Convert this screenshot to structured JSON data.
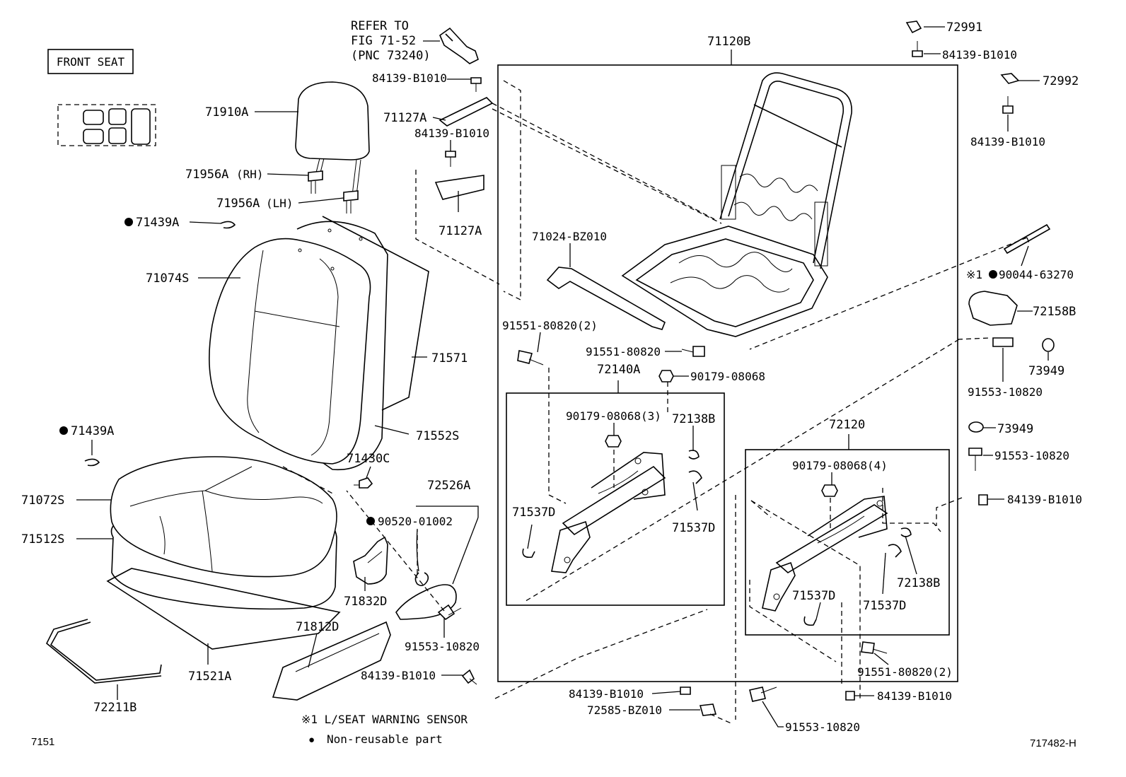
{
  "page": {
    "front_seat_box": "FRONT SEAT",
    "refer_note": [
      "REFER TO",
      "FIG 71-52",
      "(PNC 73240)"
    ],
    "fig_number": "7151",
    "drawing_id": "717482-H",
    "legend": {
      "sensor_note": "※1 L/SEAT WARNING SENSOR",
      "nonreusable_mark": "●",
      "nonreusable_text": "Non-reusable part"
    }
  },
  "parts": {
    "p71120B": "71120B",
    "p72991": "72991",
    "p84139_a": "84139-B1010",
    "p72992": "72992",
    "p84139_b": "84139-B1010",
    "p84139_c": "84139-B1010",
    "p71910A": "71910A",
    "p71127A_a": "71127A",
    "p84139_d": "84139-B1010",
    "p71956A_rh": "71956A",
    "rh_suffix": "(RH)",
    "p71956A_lh": "71956A",
    "lh_suffix": "(LH)",
    "p71127A_b": "71127A",
    "p71439A_a": "71439A",
    "p71024": "71024-BZ010",
    "p90044": "90044-63270",
    "sensor_mark": "※1",
    "p71074S": "71074S",
    "p72158B": "72158B",
    "p91551_a": "91551-80820(2)",
    "p91551_b": "91551-80820",
    "p73949_a": "73949",
    "p72140A": "72140A",
    "p90179_a": "90179-08068",
    "p91553_a": "91553-10820",
    "p71571": "71571",
    "p90179_b": "90179-08068(3)",
    "p72138B_a": "72138B",
    "p72120": "72120",
    "p73949_b": "73949",
    "p71439A_b": "71439A",
    "p71552S": "71552S",
    "p91553_b": "91553-10820",
    "p71430C": "71430C",
    "p90179_c": "90179-08068(4)",
    "p72526A": "72526A",
    "p71072S": "71072S",
    "p84139_e": "84139-B1010",
    "p71537D_a": "71537D",
    "p71537D_b": "71537D",
    "p90520": "90520-01002",
    "p71512S": "71512S",
    "p72138B_b": "72138B",
    "p71537D_c": "71537D",
    "p71537D_d": "71537D",
    "p71832D": "71832D",
    "p71812D": "71812D",
    "p91553_c": "91553-10820",
    "p91551_c": "91551-80820(2)",
    "p84139_f": "84139-B1010",
    "p84139_g": "84139-B1010",
    "p84139_h": "84139-B1010",
    "p71521A": "71521A",
    "p72585": "72585-BZ010",
    "p72211B": "72211B",
    "p91553_d": "91553-10820"
  }
}
